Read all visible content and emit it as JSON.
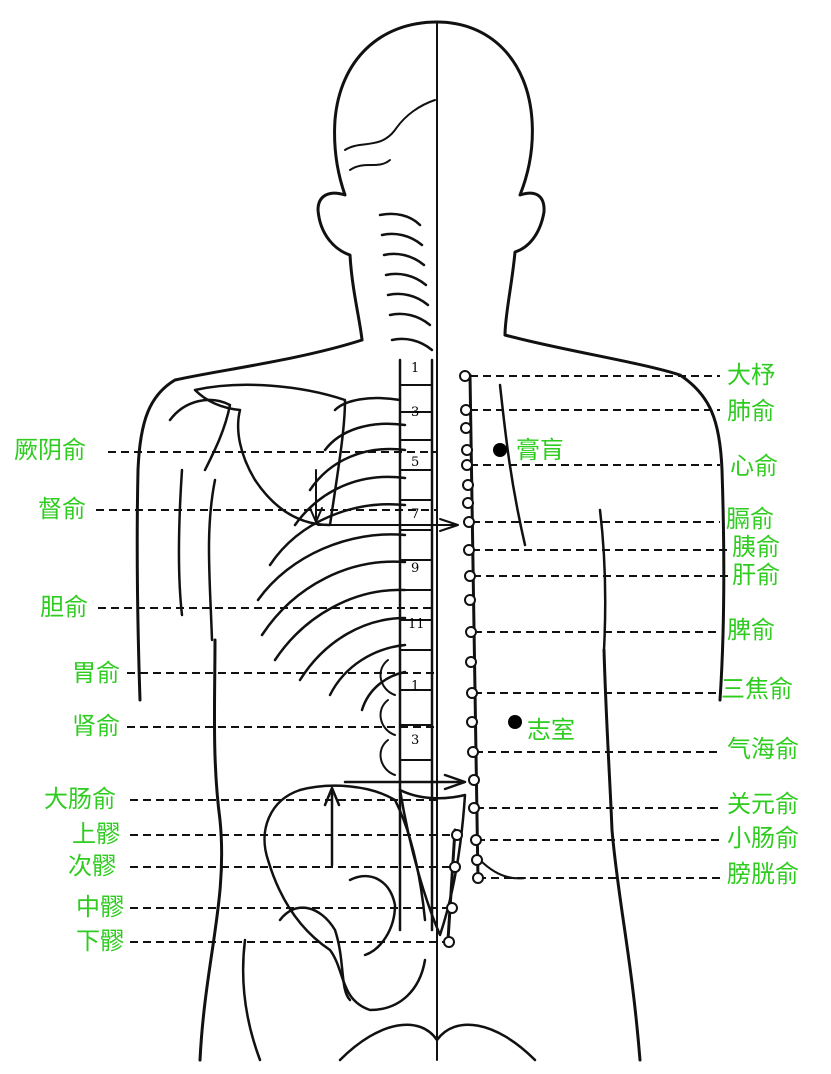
{
  "colors": {
    "label": "#2ecc1f",
    "ink": "#111111",
    "background": "#ffffff"
  },
  "vertebra_numbers": [
    "1",
    "3",
    "5",
    "7",
    "9",
    "11",
    "1",
    "3"
  ],
  "left_labels": [
    {
      "text": "厥阴俞"
    },
    {
      "text": "督俞"
    },
    {
      "text": "胆俞"
    },
    {
      "text": "胃俞"
    },
    {
      "text": "肾俞"
    },
    {
      "text": "大肠俞"
    },
    {
      "text": "上髎"
    },
    {
      "text": "次髎"
    },
    {
      "text": "中髎"
    },
    {
      "text": "下髎"
    }
  ],
  "right_labels": [
    {
      "text": "大杼"
    },
    {
      "text": "肺俞"
    },
    {
      "text": "心俞"
    },
    {
      "text": "膈俞"
    },
    {
      "text": "胰俞"
    },
    {
      "text": "肝俞"
    },
    {
      "text": "脾俞"
    },
    {
      "text": "三焦俞"
    },
    {
      "text": "气海俞"
    },
    {
      "text": "关元俞"
    },
    {
      "text": "小肠俞"
    },
    {
      "text": "膀胱俞"
    }
  ],
  "inner_labels": [
    {
      "text": "膏肓"
    },
    {
      "text": "志室"
    }
  ]
}
